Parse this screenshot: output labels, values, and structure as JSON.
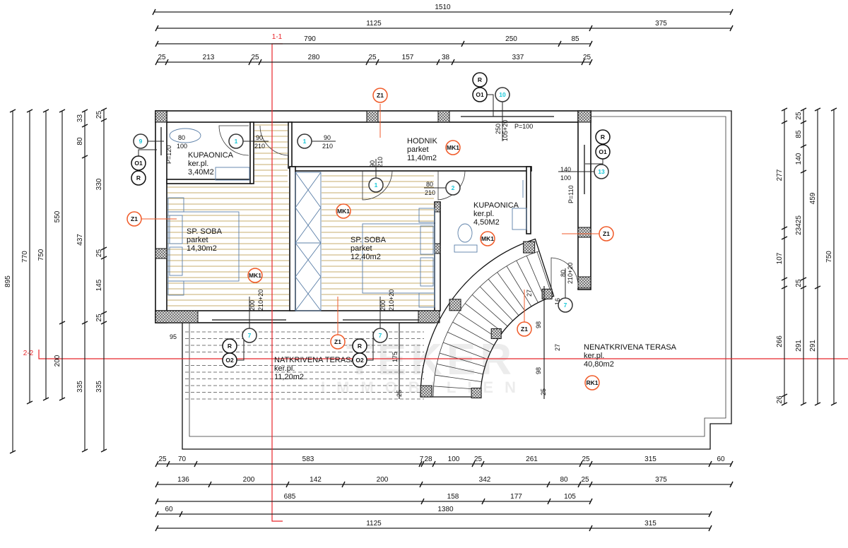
{
  "sections": {
    "s1": "1-1",
    "s2": "2-2"
  },
  "rooms": [
    {
      "name": "KUPAONICA",
      "floor": "ker.pl.",
      "area": "3,40M2"
    },
    {
      "name": "HODNIK",
      "floor": "parket",
      "area": "11,40m2"
    },
    {
      "name": "SP. SOBA",
      "floor": "parket",
      "area": "14,30m2"
    },
    {
      "name": "SP. SOBA",
      "floor": "parket",
      "area": "12,40m2"
    },
    {
      "name": "KUPAONICA",
      "floor": "ker.pl.",
      "area": "4,50M2"
    },
    {
      "name": "NATKRIVENA TERASA",
      "floor": "ker.pl.",
      "area": "11,20m2"
    },
    {
      "name": "NENATKRIVENA TERASA",
      "floor": "ker.pl.",
      "area": "40,80m2"
    }
  ],
  "tags": {
    "z1": "Z1",
    "mk1": "MK1",
    "rk1": "RK1",
    "r": "R",
    "o1": "O1",
    "o2": "O2",
    "n1": "1",
    "n2": "2",
    "n7": "7",
    "n9": "9",
    "n10": "10",
    "n13": "13"
  },
  "colors": {
    "material_tag": "#f05a28",
    "opening_tag": "#19c8d8",
    "section": "#e8262b",
    "parquet": "#c7ad6c"
  },
  "openings": [
    "80",
    "100",
    "P=120",
    "90",
    "210",
    "90",
    "210",
    "90",
    "210",
    "80",
    "210",
    "250",
    "105+20",
    "P=100",
    "140",
    "100",
    "P=110",
    "200",
    "210+20",
    "200",
    "210+20",
    "80",
    "210+20",
    "95",
    "175",
    "25",
    "27",
    "16",
    "98",
    "27",
    "98",
    "25"
  ],
  "dimensions": {
    "top": [
      [
        "1510"
      ],
      [
        "1125",
        "375"
      ],
      [
        "790",
        "250",
        "85"
      ],
      [
        "25",
        "213",
        "25",
        "280",
        "25",
        "157",
        "38",
        "337",
        "25"
      ]
    ],
    "bottom": [
      [
        "25",
        "70",
        "583",
        "7",
        "28",
        "100",
        "25",
        "261",
        "25",
        "315",
        "60"
      ],
      [
        "136",
        "200",
        "142",
        "200",
        "342",
        "80",
        "25",
        "375"
      ],
      [
        "685",
        "158",
        "177",
        "105"
      ],
      [
        "60",
        "1380"
      ],
      [
        "1125",
        "315"
      ]
    ],
    "left": [
      [
        "895"
      ],
      [
        "770"
      ],
      [
        "750"
      ],
      [
        "550",
        "200"
      ],
      [
        "33",
        "80",
        "437",
        "335"
      ],
      [
        "25",
        "330",
        "25",
        "145",
        "25",
        "335"
      ]
    ],
    "right": [
      [
        "277",
        "107",
        "266",
        "26"
      ],
      [
        "25",
        "85",
        "140",
        "23425",
        "25",
        "291"
      ],
      [
        "459",
        "291"
      ],
      [
        "750"
      ]
    ]
  },
  "watermark": {
    "line1": "TEKER",
    "line2": "IMMOBILIEN"
  }
}
